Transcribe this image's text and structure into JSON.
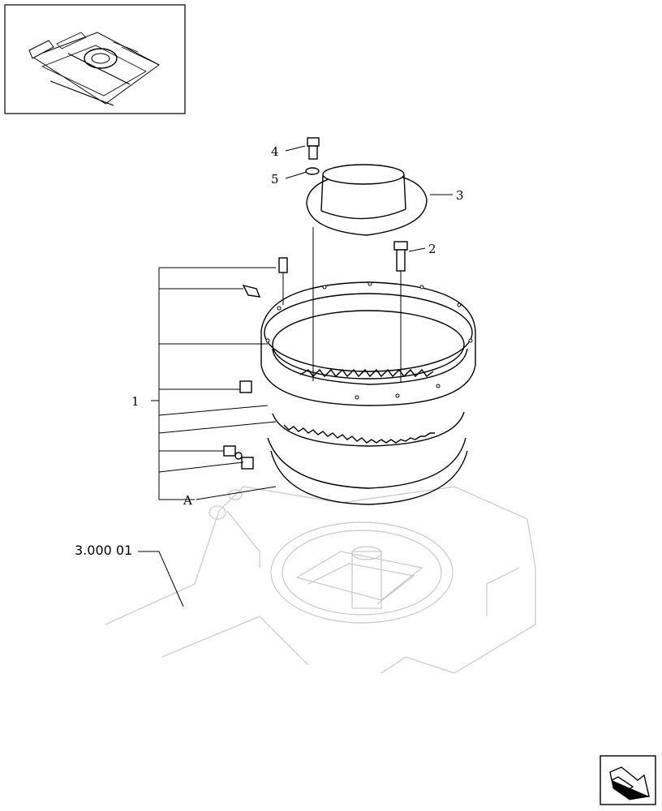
{
  "diagram": {
    "callouts": [
      "1",
      "2",
      "3",
      "4",
      "5",
      "A"
    ],
    "reference": "3.000 01"
  },
  "icons": {
    "thumbnail": "excavator-undercarriage-thumbnail-icon",
    "navigation": "next-page-arrow-icon"
  },
  "colors": {
    "line": "#000000",
    "ghost": "#c8c8c8",
    "background": "#ffffff"
  }
}
